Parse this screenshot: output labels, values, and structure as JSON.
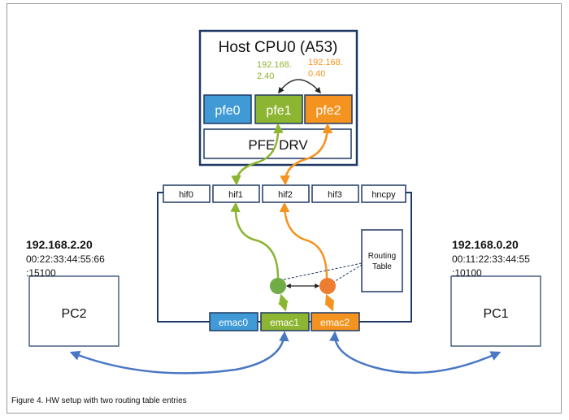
{
  "host": {
    "title": "Host CPU0 (A53)",
    "pfe_ifaces": [
      "pfe0",
      "pfe1",
      "pfe2"
    ],
    "driver_label": "PFE DRV",
    "ip_pfe1": [
      "192.168.",
      "2.40"
    ],
    "ip_pfe2": [
      "192.168.",
      "0.40"
    ]
  },
  "pfe": {
    "hif_ports": [
      "hif0",
      "hif1",
      "hif2",
      "hif3",
      "hncpy"
    ],
    "emac_ports": [
      "emac0",
      "emac1",
      "emac2"
    ],
    "routing_table_label": [
      "Routing",
      "Table"
    ]
  },
  "pc_left": {
    "name": "PC2",
    "ip": "192.168.2.20",
    "mac": [
      "00:22:33:44:55:66",
      ":15100"
    ]
  },
  "pc_right": {
    "name": "PC1",
    "ip": "192.168.0.20",
    "mac": [
      "00:11:22:33:44:55",
      ":10100"
    ]
  },
  "caption": "Figure 4.  HW setup with two routing table entries",
  "colors": {
    "navy": "#1f3864",
    "blue": "#3f9ad6",
    "green": "#8cb531",
    "orange": "#f4931f",
    "flow_blue": "#4a77c4"
  }
}
